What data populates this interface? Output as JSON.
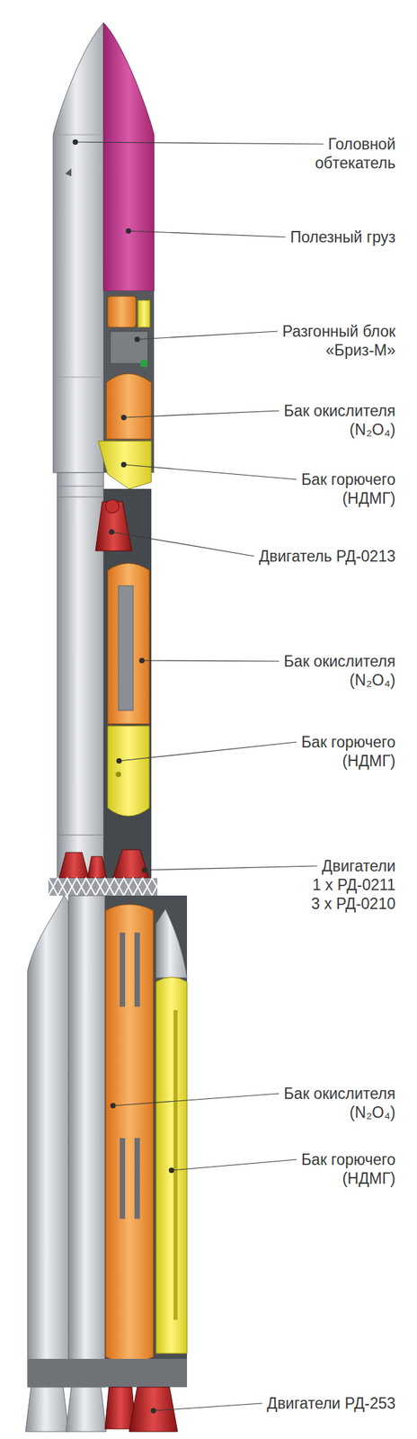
{
  "diagram": {
    "labels": [
      "Головной обтекатель",
      "Полезный груз",
      "Разгонный блок «Бриз-М»",
      "Бак окислителя (N₂O₄)",
      "Бак горючего (НДМГ)",
      "Двигатель РД-0213",
      "Бак окислителя (N₂O₄)",
      "Бак горючего (НДМГ)",
      "Двигатели 1 x РД-0211 3 x РД-0210",
      "Бак окислителя (N₂O₄)",
      "Бак горючего (НДМГ)",
      "Двигатели РД-253"
    ]
  }
}
